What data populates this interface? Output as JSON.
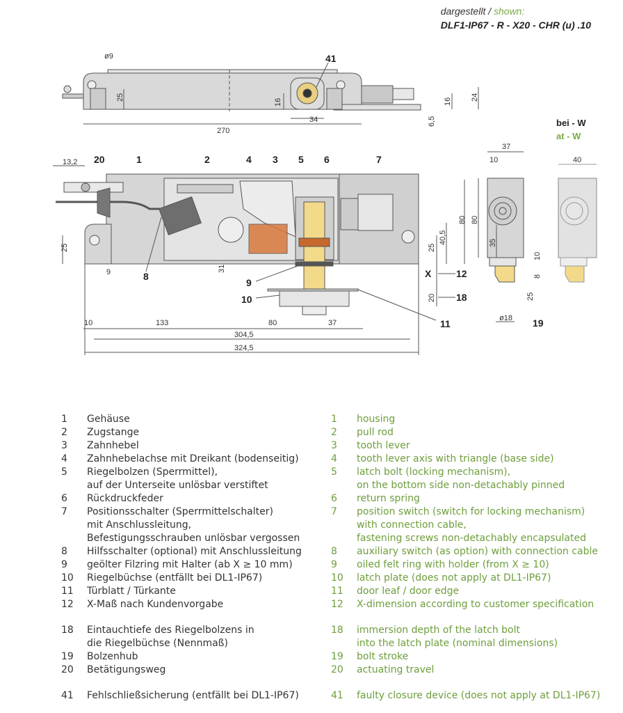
{
  "header": {
    "shown_de": "dargestellt",
    "sep": " / ",
    "shown_en": "shown:",
    "model": "DLF1-IP67 - R - X20 - CHR (u) .10"
  },
  "colors": {
    "green": "#6e9e3c",
    "housing": "#d9d9d9",
    "brass": "#f3d98a",
    "copper": "#d9783a"
  },
  "top_view": {
    "callout": "41",
    "dims": [
      "ø9",
      "25",
      "16",
      "34",
      "270",
      "16",
      "24",
      "6,5"
    ]
  },
  "main_view": {
    "callouts": [
      "20",
      "1",
      "2",
      "4",
      "3",
      "5",
      "6",
      "7",
      "8",
      "9",
      "10",
      "11",
      "12",
      "18",
      "X"
    ],
    "dims": [
      "13,2",
      "25",
      "9",
      "31",
      "10",
      "133",
      "80",
      "37",
      "304,5",
      "324,5",
      "25",
      "40,5",
      "80",
      "20"
    ]
  },
  "side_view": {
    "dims": [
      "37",
      "10",
      "80",
      "35",
      "10",
      "8",
      "25",
      "ø18"
    ],
    "callout": "19"
  },
  "side_view_w": {
    "label_de": "bei - W",
    "label_en": "at - W",
    "dims": [
      "40"
    ]
  },
  "legend": {
    "de": [
      {
        "n": "1",
        "lines": [
          "Gehäuse"
        ]
      },
      {
        "n": "2",
        "lines": [
          "Zugstange"
        ]
      },
      {
        "n": "3",
        "lines": [
          "Zahnhebel"
        ]
      },
      {
        "n": "4",
        "lines": [
          "Zahnhebelachse mit Dreikant (bodenseitig)"
        ]
      },
      {
        "n": "5",
        "lines": [
          "Riegelbolzen (Sperrmittel),",
          "auf der Unterseite unlösbar verstiftet"
        ]
      },
      {
        "n": "6",
        "lines": [
          "Rückdruckfeder"
        ]
      },
      {
        "n": "7",
        "lines": [
          "Positionsschalter (Sperrmittelschalter)",
          "mit Anschlussleitung,",
          "Befestigungsschrauben unlösbar vergossen"
        ]
      },
      {
        "n": "8",
        "lines": [
          "Hilfsschalter (optional) mit Anschlussleitung"
        ]
      },
      {
        "n": "9",
        "lines": [
          "geölter Filzring mit Halter (ab X ≥ 10 mm)"
        ]
      },
      {
        "n": "10",
        "lines": [
          "Riegelbüchse (entfällt bei DL1-IP67)"
        ]
      },
      {
        "n": "11",
        "lines": [
          "Türblatt / Türkante"
        ]
      },
      {
        "n": "12",
        "lines": [
          "X-Maß nach Kundenvorgabe"
        ],
        "gap": true
      },
      {
        "n": "18",
        "lines": [
          "Eintauchtiefe des Riegelbolzens in",
          "die Riegelbüchse (Nennmaß)"
        ]
      },
      {
        "n": "19",
        "lines": [
          "Bolzenhub"
        ]
      },
      {
        "n": "20",
        "lines": [
          "Betätigungsweg"
        ],
        "gap": true
      },
      {
        "n": "41",
        "lines": [
          "Fehlschließsicherung (entfällt bei DL1-IP67)"
        ]
      }
    ],
    "en": [
      {
        "n": "1",
        "lines": [
          "housing"
        ]
      },
      {
        "n": "2",
        "lines": [
          "pull rod"
        ]
      },
      {
        "n": "3",
        "lines": [
          "tooth lever"
        ]
      },
      {
        "n": "4",
        "lines": [
          "tooth lever axis with triangle (base side)"
        ]
      },
      {
        "n": "5",
        "lines": [
          "latch bolt (locking mechanism),",
          "on the bottom side non-detachably pinned"
        ]
      },
      {
        "n": "6",
        "lines": [
          "return spring"
        ]
      },
      {
        "n": "7",
        "lines": [
          "position switch (switch for locking mechanism)",
          "with connection cable,",
          "fastening screws non-detachably encapsulated"
        ]
      },
      {
        "n": "8",
        "lines": [
          "auxiliary switch (as option) with connection cable"
        ]
      },
      {
        "n": "9",
        "lines": [
          "oiled felt ring with holder (from X ≥ 10)"
        ]
      },
      {
        "n": "10",
        "lines": [
          "latch plate (does not apply at DL1-IP67)"
        ]
      },
      {
        "n": "11",
        "lines": [
          "door leaf / door edge"
        ]
      },
      {
        "n": "12",
        "lines": [
          "X-dimension according to customer specification"
        ],
        "gap": true
      },
      {
        "n": "18",
        "lines": [
          "immersion depth of the latch bolt",
          "into the latch plate (nominal dimensions)"
        ]
      },
      {
        "n": "19",
        "lines": [
          "bolt stroke"
        ]
      },
      {
        "n": "20",
        "lines": [
          "actuating travel"
        ],
        "gap": true
      },
      {
        "n": "41",
        "lines": [
          "faulty closure device (does not apply at DL1-IP67)"
        ]
      }
    ]
  }
}
